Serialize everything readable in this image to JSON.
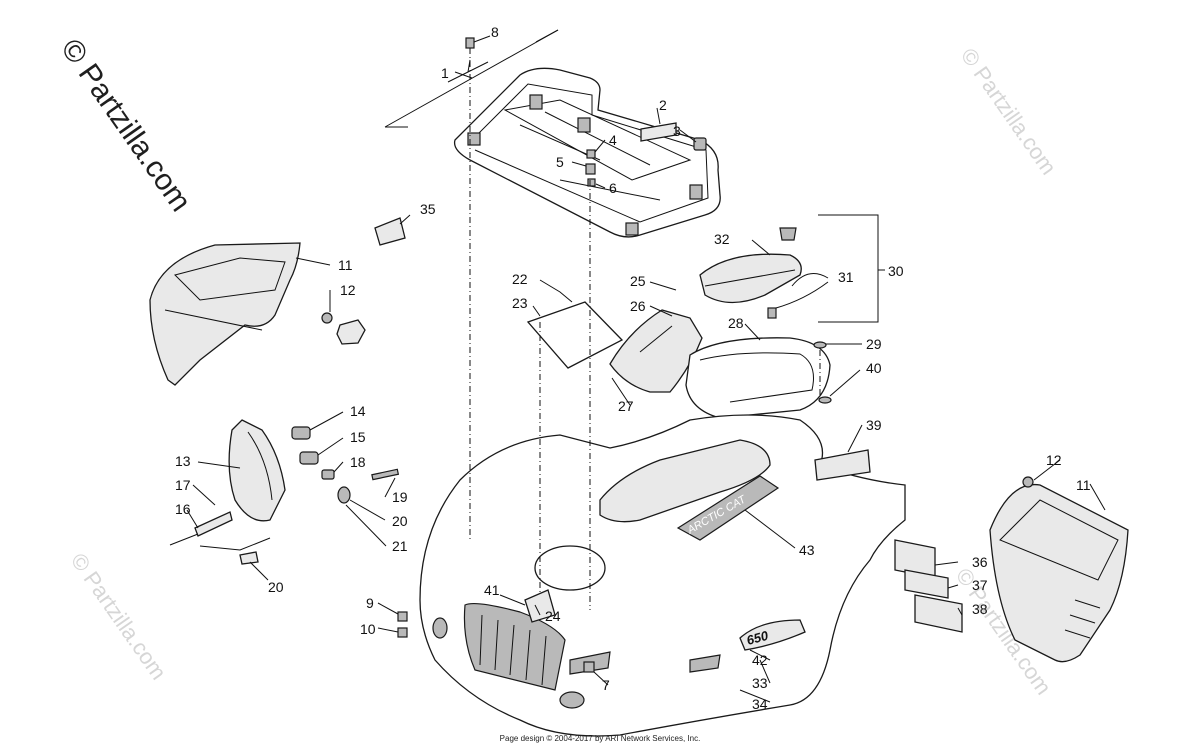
{
  "watermarks": {
    "primary": "© Partzilla.com",
    "faint": "© Partzilla.com"
  },
  "footer": "Page design © 2004-2017 by ARI Network Services, Inc.",
  "decals": {
    "hood_brand": "ARCTIC CAT",
    "fender_model": "650"
  },
  "callouts": [
    "1",
    "2",
    "3",
    "4",
    "5",
    "6",
    "7",
    "8",
    "9",
    "10",
    "11",
    "11",
    "12",
    "12",
    "13",
    "14",
    "15",
    "16",
    "17",
    "18",
    "19",
    "20",
    "20",
    "21",
    "22",
    "23",
    "24",
    "25",
    "26",
    "27",
    "28",
    "29",
    "30",
    "31",
    "32",
    "33",
    "34",
    "35",
    "36",
    "37",
    "38",
    "39",
    "40",
    "41",
    "42",
    "43"
  ],
  "colors": {
    "line": "#1a1a1a",
    "fill": "#e9e9e9",
    "dark": "#b9b9b9"
  }
}
